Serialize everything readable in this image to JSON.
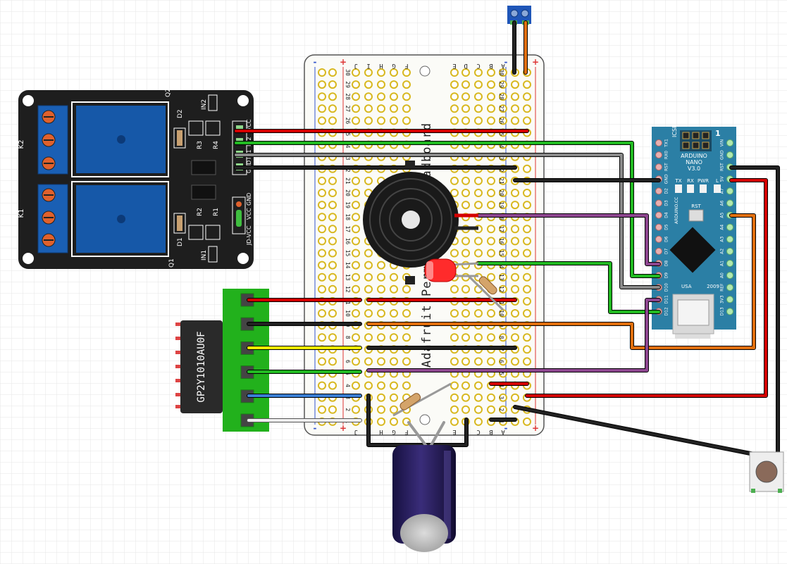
{
  "breadboard": {
    "label": "Adafruit Perma-Proto Breadboard",
    "left_rows": [
      "J",
      "I",
      "H",
      "G",
      "F"
    ],
    "right_rows": [
      "E",
      "D",
      "C",
      "B",
      "A"
    ],
    "row_numbers": [
      "30",
      "29",
      "28",
      "27",
      "26",
      "25",
      "24",
      "23",
      "22",
      "21",
      "20",
      "19",
      "18",
      "17",
      "16",
      "15",
      "14",
      "13",
      "12",
      "11",
      "10",
      "9",
      "8",
      "7",
      "6",
      "5",
      "4",
      "3",
      "2",
      "1"
    ],
    "plus": "+",
    "minus": "-"
  },
  "relay_module": {
    "relay_labels": [
      "K2",
      "K1"
    ],
    "parts": [
      "Q2",
      "D2",
      "IN2",
      "R3",
      "R4",
      "R2",
      "R1",
      "D1",
      "Q1",
      "IN1"
    ],
    "header_pins": [
      "VCC",
      "IN2",
      "IN1",
      "GND"
    ],
    "jumper_labels": [
      "JD-VCC",
      "VCC",
      "GND"
    ]
  },
  "sensor": {
    "label": "GP2Y1010AU0F"
  },
  "arduino": {
    "title_lines": [
      "ARDUINO",
      "NANO",
      "V3.0"
    ],
    "icsp": "ICSP",
    "leds": [
      "TX",
      "RX",
      "PWR",
      "L"
    ],
    "rst": "RST",
    "brand": "ARDUINO.CC",
    "usa": "USA",
    "year": "2009",
    "left_pins": [
      "TX1",
      "RX0",
      "RST",
      "GND",
      "D2",
      "D3",
      "D4",
      "D5",
      "D6",
      "D7",
      "D8",
      "D9",
      "D10",
      "D11",
      "D12"
    ],
    "right_pins": [
      "VIN",
      "GND",
      "RST",
      "5V",
      "A7",
      "A6",
      "A5",
      "A4",
      "A3",
      "A2",
      "A1",
      "A0",
      "REF",
      "3V3",
      "D13"
    ]
  },
  "colors": {
    "red": "#d40000",
    "black": "#222222",
    "green": "#22bb22",
    "gray": "#8a8a8a",
    "purple": "#8e4690",
    "orange": "#e2700e",
    "yellow": "#f2ee00",
    "blue": "#3a7fd5",
    "white": "#eeeeee",
    "nano_blue": "#2b7fa5",
    "relay_blue": "#1658a8",
    "board_black": "#1e1e1e",
    "terminal_green": "#22b11c"
  }
}
